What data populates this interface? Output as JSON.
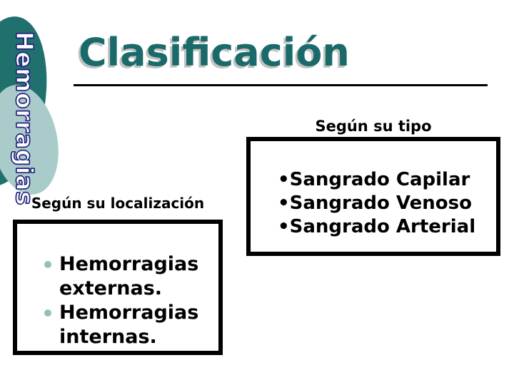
{
  "slide": {
    "vertical_banner": "Hemorragias",
    "title": "Clasificación",
    "colors": {
      "title_teal": "#1b6a6a",
      "title_shadow_gray": "#c2c2c2",
      "blob_dark_teal": "#20706e",
      "blob_light_seafoam": "#a9ccca",
      "banner_outline_navy": "#23237d",
      "banner_fill": "#ffffff",
      "loc_dot_seafoam": "#93c0bd",
      "rule_black": "#000000"
    },
    "tipo": {
      "label": "Según su tipo",
      "bullet": "•",
      "items": [
        "Sangrado Capilar",
        "Sangrado Venoso",
        "Sangrado Arterial"
      ]
    },
    "localizacion": {
      "label": "Según su localización",
      "items": [
        "Hemorragias externas.",
        "Hemorragias internas."
      ]
    }
  }
}
